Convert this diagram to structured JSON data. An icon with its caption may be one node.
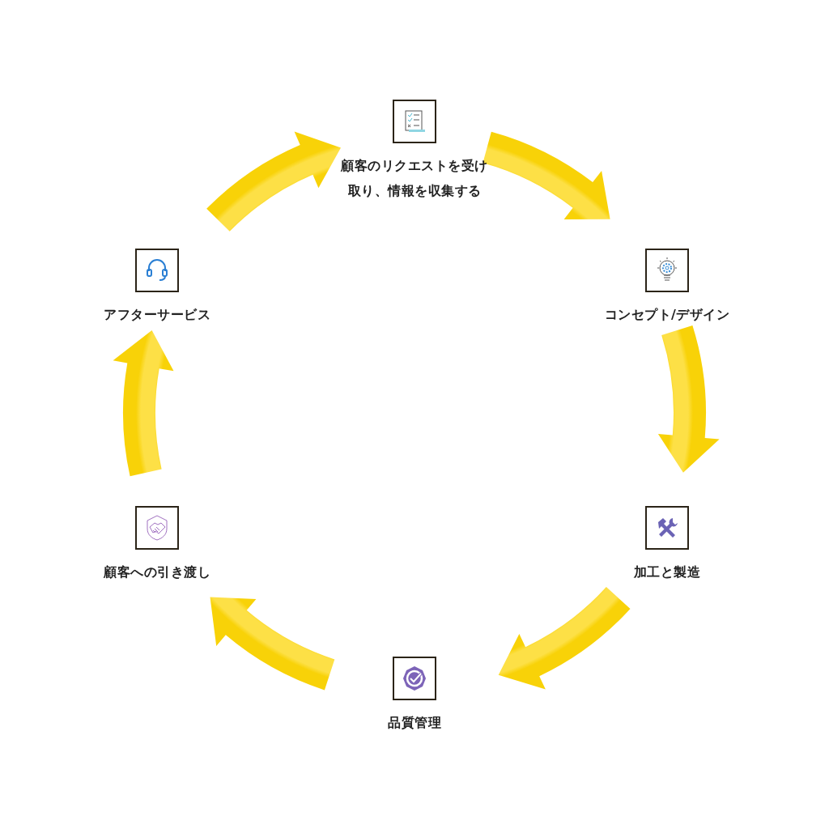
{
  "diagram": {
    "nodes": [
      {
        "text": [
          "顧客のリクエストを受け取り、情報を収集する"
        ]
      },
      {
        "text": [
          "コンセプト/デザイン"
        ]
      },
      {
        "text": [
          "加工と製造"
        ]
      },
      {
        "text": [
          "品質管理"
        ]
      },
      {
        "text": [
          "顧客への引き渡し"
        ]
      },
      {
        "text": [
          "アフターサービス"
        ]
      }
    ],
    "edges": [
      {
        "from": 0,
        "to": 1,
        "arrow": "to"
      },
      {
        "from": 1,
        "to": 2,
        "arrow": "to"
      },
      {
        "from": 2,
        "to": 3,
        "arrow": "to"
      },
      {
        "from": 3,
        "to": 4,
        "arrow": "to"
      },
      {
        "from": 4,
        "to": 5,
        "arrow": "to"
      },
      {
        "from": 5,
        "to": 0,
        "arrow": "to"
      }
    ]
  }
}
